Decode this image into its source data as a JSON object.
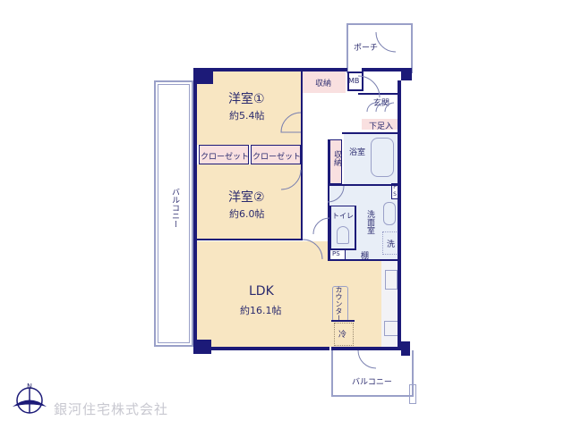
{
  "plan": {
    "rooms": {
      "western1": {
        "name": "洋室①",
        "size": "約5.4帖"
      },
      "western2": {
        "name": "洋室②",
        "size": "約6.0帖"
      },
      "ldk": {
        "name": "LDK",
        "size": "約16.1帖"
      },
      "storage_top": "収納",
      "storage_side": "収納",
      "mb": "MB",
      "entrance": "玄関",
      "shoe_box": "下足入",
      "porch": "ポーチ",
      "closet1": "クローゼット",
      "closet2": "クローゼット",
      "bath": "浴室",
      "toilet": "トイレ",
      "washroom": "洗面室",
      "washer": "洗",
      "shelf": "棚",
      "ps1": "PS",
      "ps2": "PS",
      "counter": "カウンター",
      "fridge": "冷",
      "balcony_left": "バルコニー",
      "balcony_bottom": "バルコニー"
    },
    "compass": {
      "label": "N"
    },
    "company": "銀河住宅株式会社"
  },
  "colors": {
    "wall": "#1c1a78",
    "room_tan": "#f8e6c2",
    "room_pink": "#f9e0e0",
    "room_blue": "#e8eef7",
    "text": "#2a2a6e"
  }
}
